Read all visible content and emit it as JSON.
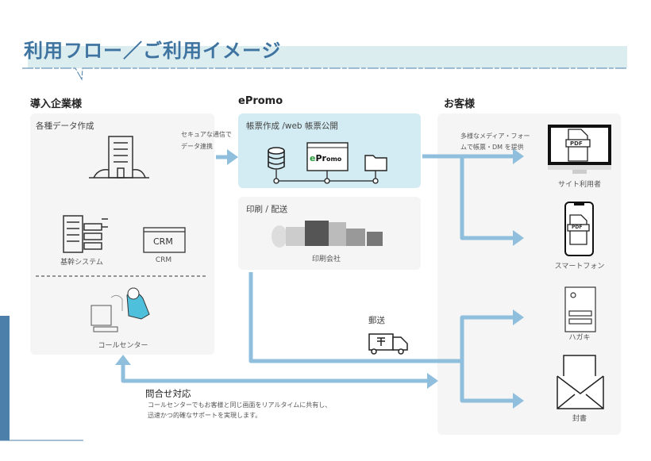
{
  "title": "利用フロー／ご利用イメージ",
  "columns": {
    "client": "導入企業様",
    "epromo": "ePromo",
    "customer": "お客様"
  },
  "client": {
    "section_label": "各種データ作成",
    "core_system": "基幹システム",
    "crm_box": "CRM",
    "crm_label": "CRM",
    "call_center": "コールセンター"
  },
  "link_note": [
    "セキュアな通信で",
    "データ連携"
  ],
  "epromo": {
    "create_label": "帳票作成 /web 帳票公開",
    "logo_text": "ePromo",
    "print_label": "印刷 / 配送",
    "print_company": "印刷会社"
  },
  "mail_label": "郵送",
  "customer": {
    "media_note": [
      "多様なメディア・フォー",
      "ムで帳票・DM を提供"
    ],
    "pdf": "PDF",
    "site_user": "サイト利用者",
    "smartphone": "スマートフォン",
    "postcard": "ハガキ",
    "envelope": "封書"
  },
  "support": {
    "title": "問合せ対応",
    "lines": [
      "コールセンターでもお客様と同じ画面をリアルタイムに共有し、",
      "迅速かつ的確なサポートを実現します。"
    ]
  },
  "colors": {
    "title": "#3f74a0",
    "arrow": "#8fbfdc",
    "epromo_box": "#d3ebf2",
    "panel": "#f5f5f5",
    "accent_bar": "#4d7fab"
  }
}
